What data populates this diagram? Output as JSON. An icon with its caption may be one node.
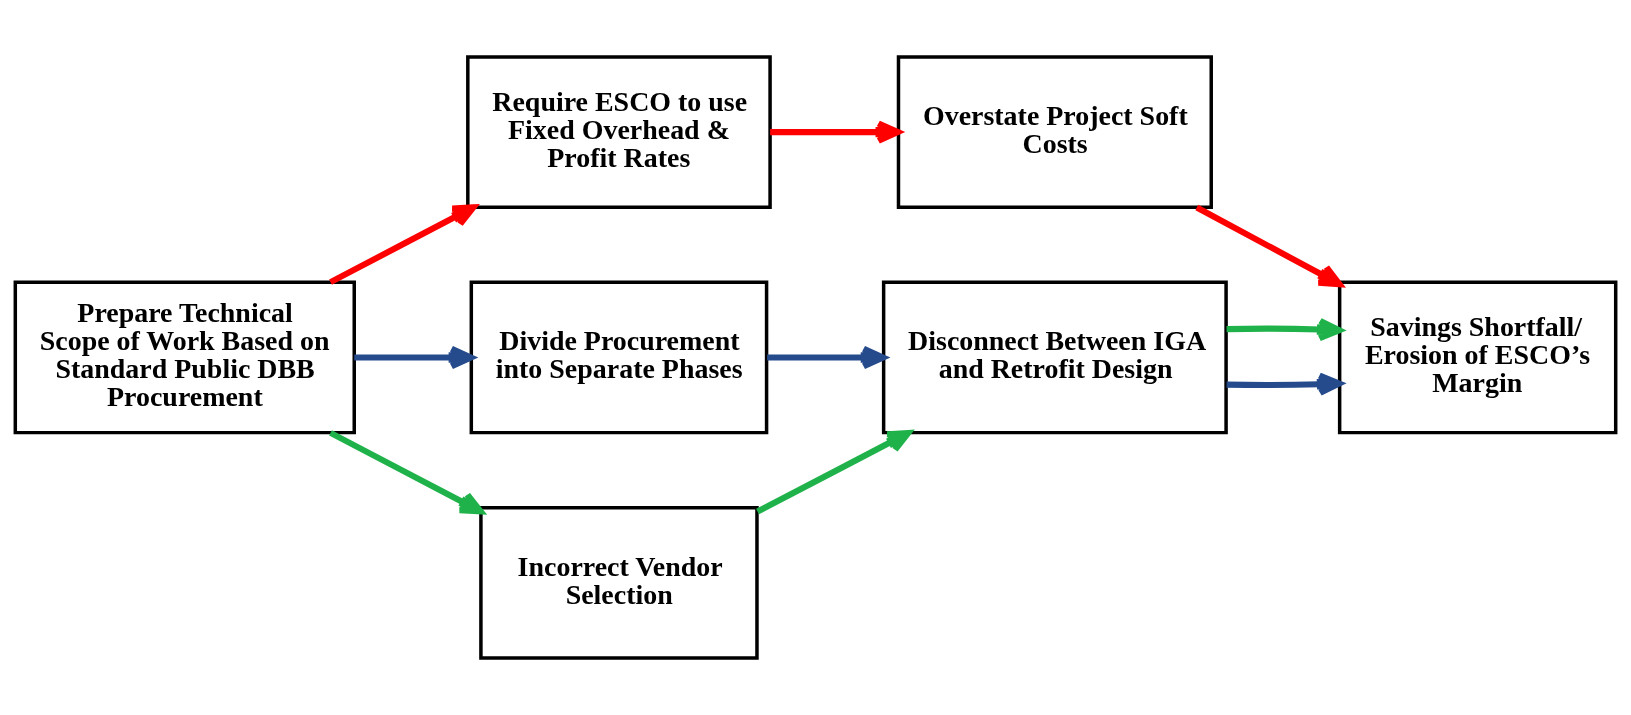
{
  "diagram": {
    "nodes": [
      {
        "text": [
          "Prepare Technical Scope of Work Based on Standard Public DBB Procurement"
        ]
      },
      {
        "text": [
          "Require ESCO to use Fixed Overhead & Profit Rates"
        ]
      },
      {
        "text": [
          "Overstate Project Soft Costs"
        ]
      },
      {
        "text": [
          "Savings Shortfall/ Erosion of ESCO’s Margin"
        ]
      },
      {
        "text": [
          "Divide Procurement into Separate Phases"
        ]
      },
      {
        "text": [
          "Disconnect Between IGA and Retrofit Design"
        ]
      },
      {
        "text": [
          "Incorrect Vendor Selection"
        ]
      }
    ],
    "edges": [
      {
        "from": 0,
        "to": 1,
        "arrow": "to",
        "color": "#ff0000"
      },
      {
        "from": 1,
        "to": 2,
        "arrow": "to",
        "color": "#ff0000"
      },
      {
        "from": 2,
        "to": 3,
        "arrow": "to",
        "color": "#ff0000"
      },
      {
        "from": 0,
        "to": 4,
        "arrow": "to",
        "color": "#254b8c"
      },
      {
        "from": 4,
        "to": 5,
        "arrow": "to",
        "color": "#254b8c"
      },
      {
        "from": 5,
        "to": 3,
        "arrow": "to",
        "color": "#254b8c"
      },
      {
        "from": 0,
        "to": 6,
        "arrow": "to",
        "color": "#1fb24a"
      },
      {
        "from": 6,
        "to": 5,
        "arrow": "to",
        "color": "#1fb24a"
      },
      {
        "from": 5,
        "to": 3,
        "arrow": "to",
        "color": "#1fb24a"
      }
    ]
  }
}
